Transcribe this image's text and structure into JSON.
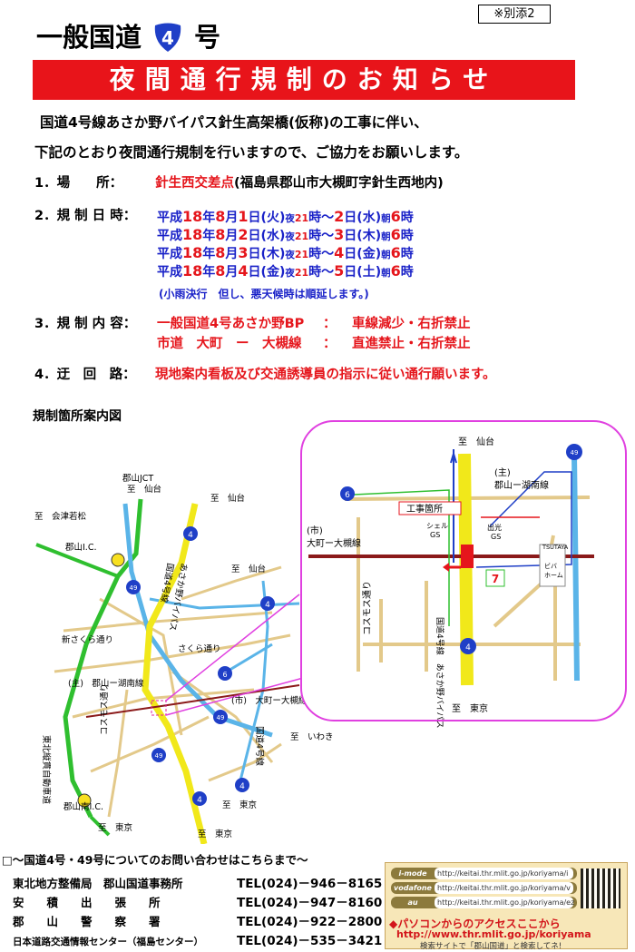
{
  "appendix": "※別添2",
  "title": {
    "prefix": "一般国道",
    "route_no": "4",
    "suffix": "号"
  },
  "banner": "夜間通行規制のお知らせ",
  "intro": [
    "国道4号線あさか野バイパス針生高架橋(仮称)の工事に伴い、",
    "下記のとおり夜間通行規制を行いますので、ご協力をお願いします。"
  ],
  "place": {
    "label": "1．場　　所：",
    "value_red": "針生西交差点",
    "value": "(福島県郡山市大槻町字針生西地内)"
  },
  "schedule": {
    "label": "2．規 制 日 時：",
    "dates": [
      {
        "era": "平成",
        "y": "18",
        "ym": "年",
        "m": "8",
        "mm": "月",
        "d": "1",
        "dd": "日(火)",
        "night": "夜",
        "h1": "21",
        "t1": "時～",
        "d2": "2",
        "dd2": "日(水)",
        "morning": "朝",
        "h2": "6",
        "t2": "時"
      },
      {
        "era": "平成",
        "y": "18",
        "ym": "年",
        "m": "8",
        "mm": "月",
        "d": "2",
        "dd": "日(水)",
        "night": "夜",
        "h1": "21",
        "t1": "時～",
        "d2": "3",
        "dd2": "日(木)",
        "morning": "朝",
        "h2": "6",
        "t2": "時"
      },
      {
        "era": "平成",
        "y": "18",
        "ym": "年",
        "m": "8",
        "mm": "月",
        "d": "3",
        "dd": "日(木)",
        "night": "夜",
        "h1": "21",
        "t1": "時～",
        "d2": "4",
        "dd2": "日(金)",
        "morning": "朝",
        "h2": "6",
        "t2": "時"
      },
      {
        "era": "平成",
        "y": "18",
        "ym": "年",
        "m": "8",
        "mm": "月",
        "d": "4",
        "dd": "日(金)",
        "night": "夜",
        "h1": "21",
        "t1": "時～",
        "d2": "5",
        "dd2": "日(土)",
        "morning": "朝",
        "h2": "6",
        "t2": "時"
      }
    ],
    "note": "(小雨決行　但し、悪天候時は順延します。)"
  },
  "content": {
    "label": "3．規 制 内 容：",
    "rows": [
      {
        "road": "一般国道4号あさか野BP",
        "sep": "：",
        "rule": "車線減少・右折禁止"
      },
      {
        "road": "市道　大町　ー　大槻線",
        "sep": "：",
        "rule": "直進禁止・右折禁止"
      }
    ]
  },
  "detour": {
    "label": "4．迂　回　路：",
    "value": "現地案内看板及び交通誘導員の指示に従い通行願います。"
  },
  "map": {
    "title": "規制箇所案内図",
    "labels": {
      "koriyama_jct": "郡山JCT",
      "to_sendai_a": "至　仙台",
      "to_sendai_b": "至　仙台",
      "to_sendai_c": "至　仙台",
      "to_aizu": "至　会津若松",
      "koriyama_ic": "郡山I.C.",
      "koriyama_minami_ic": "郡山南I.C.",
      "shin_sakura": "新さくら通り",
      "sakura": "さくら通り",
      "main_koriyama_konan": "(主)　郡山ー湖南線",
      "city_omachi": "(市)　大町ー大槻線",
      "to_iwaki": "至　いわき",
      "to_tokyo_a": "至　東京",
      "to_tokyo_b": "至　東京",
      "to_tokyo_c": "至　東京",
      "cosmos": "コスモス通り",
      "tohoku_exp": "東北縦貫自動車道",
      "asakano_bp": "あさか野バイパス",
      "national4": "国道4号線",
      "r4_bp": "国道4号線"
    },
    "inset": {
      "to_sendai": "至　仙台",
      "to_tokyo": "至　東京",
      "main_line_a": "(主)",
      "main_line_b": "郡山ー湖南線",
      "city_line_a": "(市)",
      "city_line_b": "大町ー大槻線",
      "work_site": "工事箇所",
      "shell_a": "シェル",
      "shell_b": "GS",
      "idemitsu_a": "出光",
      "idemitsu_b": "GS",
      "tsutaya": "TSUTAYA",
      "home_a": "ビバ",
      "home_b": "ホーム",
      "cosmos": "コスモス通り",
      "asakano": "国道4号線　あさか野バイパス",
      "seven": "7"
    },
    "routes": {
      "r4": "4",
      "r49": "49",
      "r6": "6"
    }
  },
  "contact": {
    "heading": "□～国道4号・49号についてのお問い合わせはこちらまで～",
    "rows": [
      {
        "name": "東北地方整備局　郡山国道事務所",
        "tel": "TEL(024)－946－8165"
      },
      {
        "name": "安　　積　　出　　張　　所",
        "tel": "TEL(024)－947－8160"
      },
      {
        "name": "郡　　山　　警　　察　　署",
        "tel": "TEL(024)－922－2800"
      },
      {
        "name": "日本道路交通情報センター（福島センター）",
        "tel": "TEL(024)－535－3421"
      }
    ]
  },
  "ad": {
    "carriers": [
      {
        "name": "i-mode",
        "url": "http://keitai.thr.mlit.go.jp/koriyama/i"
      },
      {
        "name": "vodafone",
        "url": "http://keitai.thr.mlit.go.jp/koriyama/v"
      },
      {
        "name": "au",
        "url": "http://keitai.thr.mlit.go.jp/koriyama/ez"
      }
    ],
    "access": "◆パソコンからのアクセスここから",
    "url": "http://www.thr.mlit.go.jp/koriyama",
    "search": "検索サイトで「郡山国道」と検索してネ!"
  },
  "colors": {
    "banner": "#e8141a",
    "red": "#e5161c",
    "blue": "#1a22c8",
    "magenta": "#e040e0"
  }
}
